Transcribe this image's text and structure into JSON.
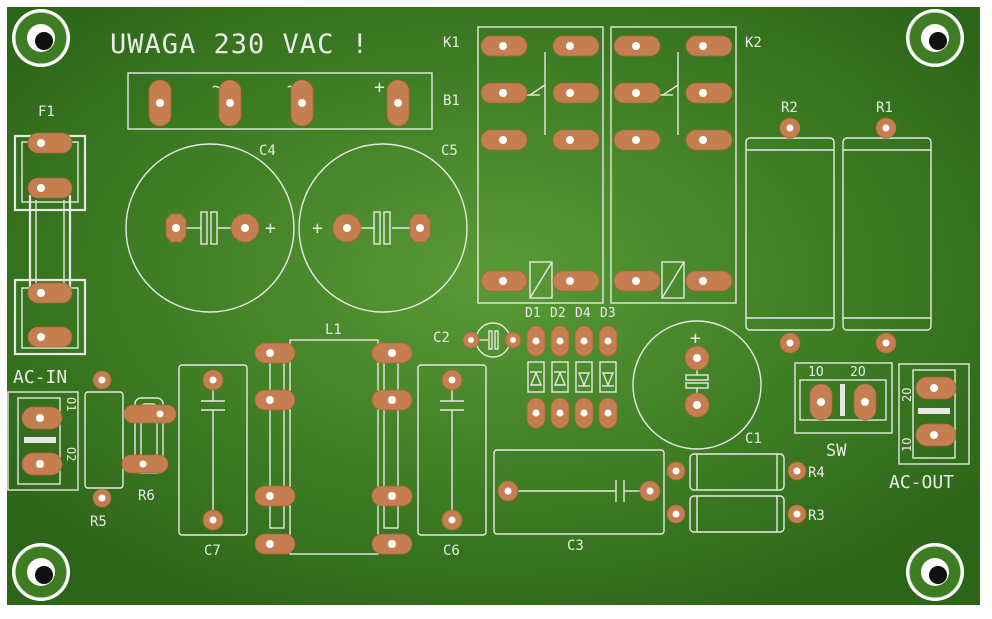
{
  "board": {
    "warning_text": "UWAGA 230 VAC !",
    "colors": {
      "board": "#3c7a22",
      "silkscreen": "#e6e9e3",
      "pad": "#c57e4f",
      "drill": "#ffffff"
    }
  },
  "labels": {
    "f1": "F1",
    "k1": "K1",
    "k2": "K2",
    "b1": "B1",
    "c4": "C4",
    "c5": "C5",
    "r2": "R2",
    "r1": "R1",
    "l1": "L1",
    "c2": "C2",
    "d1": "D1",
    "d2": "D2",
    "d4": "D4",
    "d3": "D3",
    "ac_in": "AC-IN",
    "ac_out": "AC-OUT",
    "r5": "R5",
    "r6": "R6",
    "c7": "C7",
    "c6": "C6",
    "c3": "C3",
    "c1": "C1",
    "r4": "R4",
    "r3": "R3",
    "sw": "SW"
  },
  "pin_marks": {
    "b1_minus": "-",
    "b1_ac1": "~",
    "b1_ac2": "~",
    "b1_plus": "+",
    "c4_plus": "+",
    "c5_plus": "+",
    "c1_plus": "+",
    "sw_pin1": "1O",
    "sw_pin2": "2O",
    "ac_in_pin1": "O1",
    "ac_in_pin2": "O2",
    "ac_out_pin1": "1O",
    "ac_out_pin2": "2O"
  }
}
